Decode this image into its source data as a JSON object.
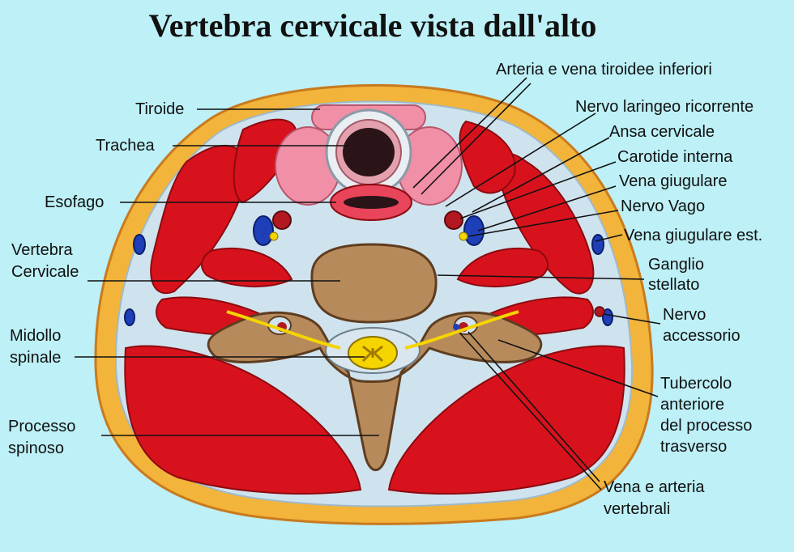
{
  "title": "Vertebra cervicale vista dall'alto",
  "labels_left": {
    "tiroide": "Tiroide",
    "trachea": "Trachea",
    "esofago": "Esofago",
    "vertebra_cervicale_1": "Vertebra",
    "vertebra_cervicale_2": "Cervicale",
    "midollo_spinale_1": "Midollo",
    "midollo_spinale_2": "spinale",
    "processo_spinoso_1": "Processo",
    "processo_spinoso_2": "spinoso"
  },
  "labels_right": {
    "arteria_vena_tiroidee": "Arteria e vena tiroidee inferiori",
    "nervo_laringeo": "Nervo laringeo ricorrente",
    "ansa_cervicale": "Ansa cervicale",
    "carotide_interna": "Carotide interna",
    "vena_giugulare": "Vena giugulare",
    "nervo_vago": "Nervo Vago",
    "vena_giugulare_est": "Vena giugulare est.",
    "ganglio_1": "Ganglio",
    "ganglio_2": "stellato",
    "nervo_accessorio_1": "Nervo",
    "nervo_accessorio_2": "accessorio",
    "tubercolo_1": "Tubercolo",
    "tubercolo_2": "anteriore",
    "tubercolo_3": "del processo",
    "tubercolo_4": "trasverso",
    "vena_arteria_vertebrali_1": "Vena e arteria",
    "vena_arteria_vertebrali_2": "vertebrali"
  },
  "colors": {
    "background": "#bdf0f7",
    "fat": "#f2b43a",
    "fascia": "#c9dde8",
    "muscle": "#d8121c",
    "bone": "#b78a5c",
    "thyroid": "#f08fa5",
    "cord": "#f5d400",
    "vein": "#1f3fb8",
    "artery": "#b21820"
  }
}
